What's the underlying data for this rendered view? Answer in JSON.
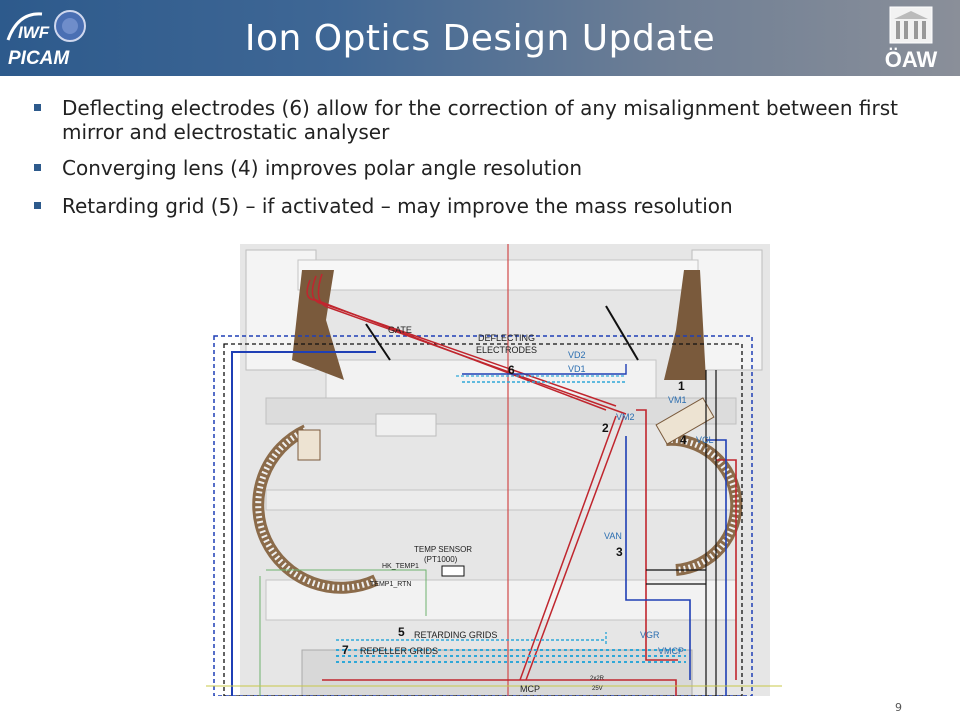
{
  "slide": {
    "title": "Ion Optics Design Update",
    "page_number": "9",
    "bullets": [
      "Deflecting electrodes (6) allow for the correction of any misalignment between first mirror and electrostatic analyser",
      "Converging lens (4) improves polar angle resolution",
      "Retarding grid (5) – if activated – may improve the mass resolution"
    ]
  },
  "logos": {
    "left_top": "IWF",
    "left_bottom": "PICAM",
    "right": "ÖAW"
  },
  "diagram": {
    "labels": {
      "gate": "GATE",
      "deflecting": "DEFLECTING",
      "electrodes": "ELECTRODES",
      "vd2": "VD2",
      "vd1": "VD1",
      "n6": "6",
      "n1": "1",
      "vm1": "VM1",
      "vm2": "VM2",
      "n2": "2",
      "n4": "4",
      "vcl": "VCL",
      "van": "VAN",
      "n3": "3",
      "temp_sensor": "TEMP SENSOR",
      "pt1000": "(PT1000)",
      "hk_temp1": "HK_TEMP1",
      "temp1_rtn": "TEMP1_RTN",
      "n5": "5",
      "retarding_grids": "RETARDING GRIDS",
      "vgr": "VGR",
      "n7": "7",
      "repeller_grids": "REPELLER GRIDS",
      "vmcp": "VMCP",
      "mcp": "MCP",
      "r2x2": "2x2R",
      "v25": "25V"
    },
    "colors": {
      "wire_blue": "#1f3fb5",
      "wire_red": "#c0262e",
      "wire_black": "#111111",
      "electrode_brown": "#7a5a3c",
      "label_blue": "#2a6db0",
      "dashed_cyan": "#2fa8d8"
    }
  }
}
